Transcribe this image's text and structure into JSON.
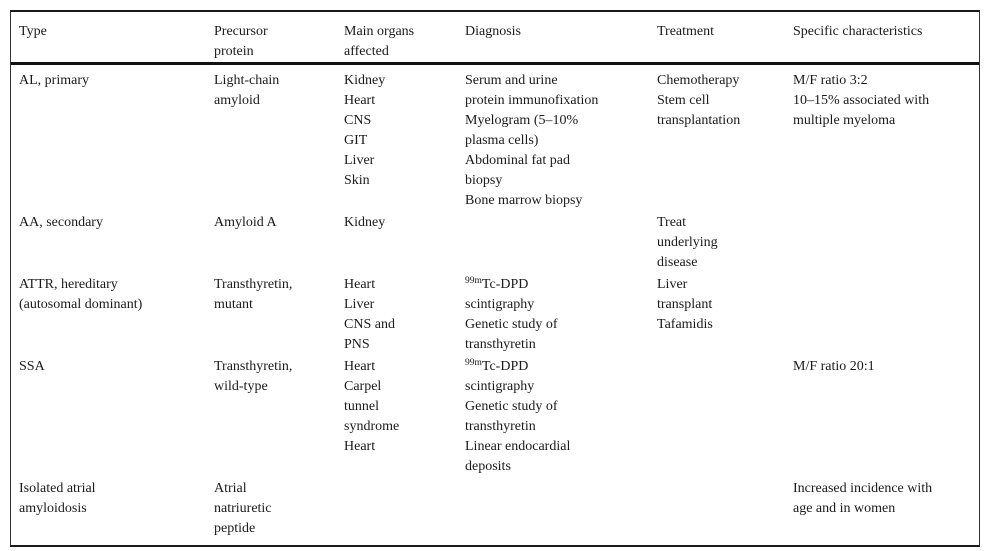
{
  "table": {
    "colors": {
      "background": "#ffffff",
      "text": "#1a1a1a",
      "rule": "#111111"
    },
    "columns": [
      {
        "id": "type",
        "lines": [
          "Type"
        ]
      },
      {
        "id": "precursor",
        "lines": [
          "Precursor",
          "protein"
        ]
      },
      {
        "id": "organs",
        "lines": [
          "Main organs",
          "affected"
        ]
      },
      {
        "id": "diagnosis",
        "lines": [
          "Diagnosis"
        ]
      },
      {
        "id": "treatment",
        "lines": [
          "Treatment"
        ]
      },
      {
        "id": "characteristics",
        "lines": [
          "Specific characteristics"
        ]
      }
    ],
    "rows": [
      {
        "type": [
          "AL, primary"
        ],
        "precursor": [
          "Light-chain",
          "amyloid"
        ],
        "organs": [
          "Kidney",
          "Heart",
          "CNS",
          "GIT",
          "Liver",
          "Skin"
        ],
        "diagnosis": [
          "Serum and urine",
          "protein immunofixation",
          "Myelogram (5–10%",
          "plasma cells)",
          "Abdominal fat pad",
          "biopsy",
          "Bone marrow biopsy"
        ],
        "treatment": [
          "Chemotherapy",
          "Stem cell",
          "transplantation"
        ],
        "characteristics": [
          "M/F ratio 3:2",
          "10–15% associated with",
          "multiple myeloma"
        ]
      },
      {
        "type": [
          "AA, secondary"
        ],
        "precursor": [
          "Amyloid A"
        ],
        "organs": [
          "Kidney"
        ],
        "diagnosis": [],
        "treatment": [
          "Treat",
          "underlying",
          "disease"
        ],
        "characteristics": []
      },
      {
        "type": [
          "ATTR, hereditary",
          "(autosomal dominant)"
        ],
        "precursor": [
          "Transthyretin,",
          "mutant"
        ],
        "organs": [
          "Heart",
          "Liver",
          "CNS and",
          "PNS"
        ],
        "diagnosis": [
          {
            "sup": "99m",
            "text": "Tc-DPD"
          },
          "scintigraphy",
          "Genetic study of",
          "transthyretin"
        ],
        "treatment": [
          "Liver",
          "transplant",
          "Tafamidis"
        ],
        "characteristics": []
      },
      {
        "type": [
          "SSA"
        ],
        "precursor": [
          "Transthyretin,",
          "wild-type"
        ],
        "organs": [
          "Heart",
          "Carpel",
          "tunnel",
          "syndrome",
          "Heart"
        ],
        "diagnosis": [
          {
            "sup": "99m",
            "text": "Tc-DPD"
          },
          "scintigraphy",
          "Genetic study of",
          "transthyretin",
          "Linear endocardial",
          "deposits"
        ],
        "treatment": [],
        "characteristics": [
          "M/F ratio 20:1"
        ]
      },
      {
        "type": [
          "Isolated atrial",
          "amyloidosis"
        ],
        "precursor": [
          "Atrial",
          "natriuretic",
          "peptide"
        ],
        "organs": [],
        "diagnosis": [],
        "treatment": [],
        "characteristics": [
          "Increased incidence with",
          "age and in women"
        ]
      }
    ]
  }
}
